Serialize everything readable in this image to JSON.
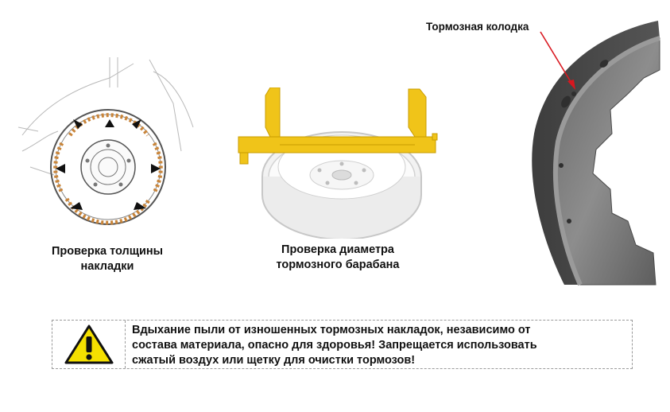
{
  "figures": {
    "lining_check": {
      "caption_line1": "Проверка толщины",
      "caption_line2": "накладки"
    },
    "drum_check": {
      "caption_line1": "Проверка диаметра",
      "caption_line2": "тормозного барабана"
    },
    "brake_shoe": {
      "callout": "Тормозная колодка"
    }
  },
  "warning": {
    "icon": "warning-triangle-icon",
    "line1": "Вдыхание пыли от изношенных тормозных накладок, независимо от",
    "line2": "состава материала, опасно для здоровья! Запрещается использовать",
    "line3": "сжатый воздух или щетку для очистки тормозов!"
  },
  "colors": {
    "caliper": "#f0c419",
    "arrow": "#d9171f",
    "warning_yellow": "#f5e000",
    "lining": "#c9853a"
  }
}
